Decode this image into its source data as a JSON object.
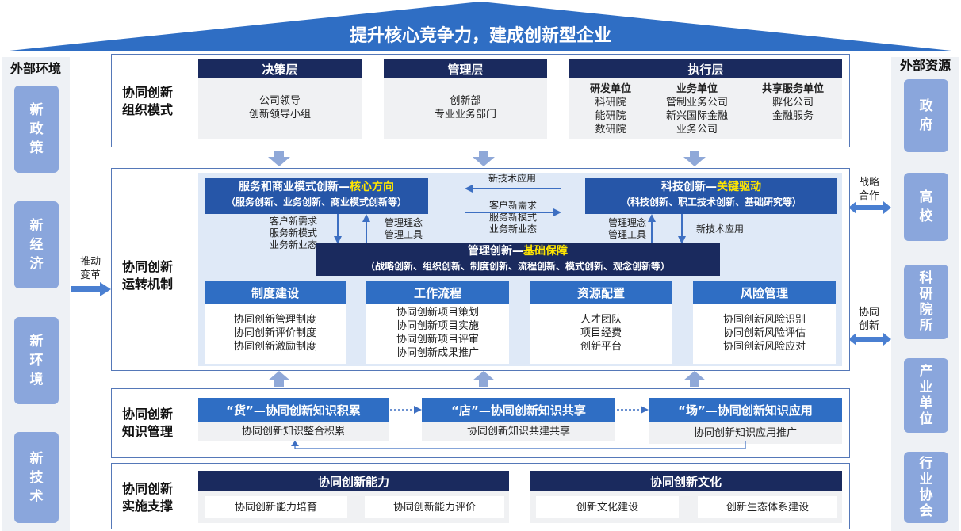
{
  "banner": {
    "title": "提升核心竞争力，建成创新型企业"
  },
  "left": {
    "title": "外部环境",
    "items": [
      "新\n政\n策",
      "新\n经\n济",
      "新\n环\n境",
      "新\n技\n术"
    ],
    "push_label": "推动\n变革"
  },
  "right": {
    "title": "外部资源",
    "items": [
      "政\n府",
      "高\n校",
      "科\n研\n院\n所",
      "产\n业\n单\n位",
      "行\n业\n协\n会"
    ],
    "label_top": "战略\n合作",
    "label_bottom": "协同\n创新"
  },
  "org": {
    "title": "协同创新\n组织模式",
    "decision": {
      "header": "决策层",
      "lines": "公司领导\n创新领导小组"
    },
    "manage": {
      "header": "管理层",
      "lines": "创新部\n专业业务部门"
    },
    "exec": {
      "header": "执行层",
      "cols": [
        {
          "head": "研发单位",
          "lines": "科研院\n能研院\n数研院"
        },
        {
          "head": "业务单位",
          "lines": "管制业务公司\n新兴国际金融\n业务公司"
        },
        {
          "head": "共享服务单位",
          "lines": "孵化公司\n金融服务"
        }
      ]
    }
  },
  "ops": {
    "title": "协同创新\n运转机制",
    "left_box": {
      "main": "服务和商业模式创新—",
      "highlight": "核心方向",
      "sub": "（服务创新、业务创新、商业模式创新等）"
    },
    "right_box": {
      "main": "科技创新—",
      "highlight": "关键驱动",
      "sub": "（科技创新、职工技术创新、基础研究等）"
    },
    "mid_box": {
      "main": "管理创新—",
      "highlight": "基础保障",
      "sub": "（战略创新、组织创新、制度创新、流程创新、模式创新、观念创新等）"
    },
    "center_top": "新技术应用",
    "center_mid": "客户新需求\n服务新模式\n业务新业态",
    "left_down": "客户新需求\n服务新模式\n业务新业态",
    "left_up": "管理理念\n管理工具",
    "right_up": "管理理念\n管理工具",
    "right_down": "新技术应用",
    "cols": [
      {
        "header": "制度建设",
        "lines": "协同创新管理制度\n协同创新评价制度\n协同创新激励制度"
      },
      {
        "header": "工作流程",
        "lines": "协同创新项目策划\n协同创新项目实施\n协同创新项目评审\n协同创新成果推广"
      },
      {
        "header": "资源配置",
        "lines": "人才团队\n项目经费\n创新平台"
      },
      {
        "header": "风险管理",
        "lines": "协同创新风险识别\n协同创新风险评估\n协同创新风险应对"
      }
    ]
  },
  "knowledge": {
    "title": "协同创新\n知识管理",
    "items": [
      {
        "header": "“货”—协同创新知识积累",
        "sub": "协同创新知识整合积累"
      },
      {
        "header": "“店”—协同创新知识共享",
        "sub": "协同创新知识共建共享"
      },
      {
        "header": "“场”—协同创新知识应用",
        "sub": "协同创新知识应用推广"
      }
    ]
  },
  "support": {
    "title": "协同创新\n实施支撑",
    "ability": {
      "header": "协同创新能力",
      "items": [
        "协同创新能力培育",
        "协同创新能力评价"
      ]
    },
    "culture": {
      "header": "协同创新文化",
      "items": [
        "创新文化建设",
        "创新生态体系建设"
      ]
    }
  },
  "colors": {
    "navy": "#1a2a5e",
    "blue": "#2f6ec4",
    "pill": "#8aa6dc",
    "highlight": "#ffe600"
  }
}
